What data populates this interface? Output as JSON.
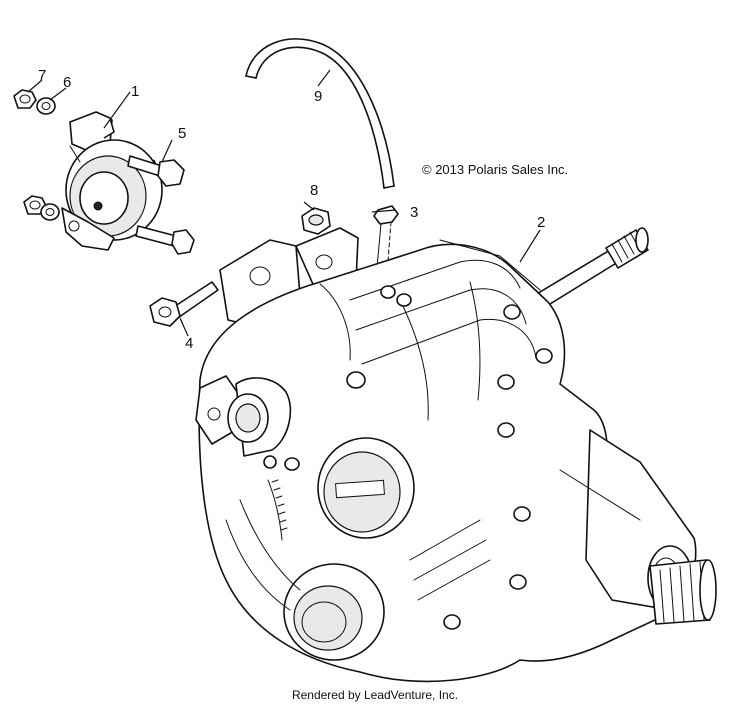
{
  "copyright": "© 2013 Polaris Sales Inc.",
  "footer": "Rendered by LeadVenture, Inc.",
  "callouts": {
    "c1": "1",
    "c2": "2",
    "c3": "3",
    "c4": "4",
    "c5": "5",
    "c6": "6",
    "c7": "7",
    "c8": "8",
    "c9": "9"
  },
  "icons": {
    "cover_badge": "polaris-logo-icon"
  }
}
